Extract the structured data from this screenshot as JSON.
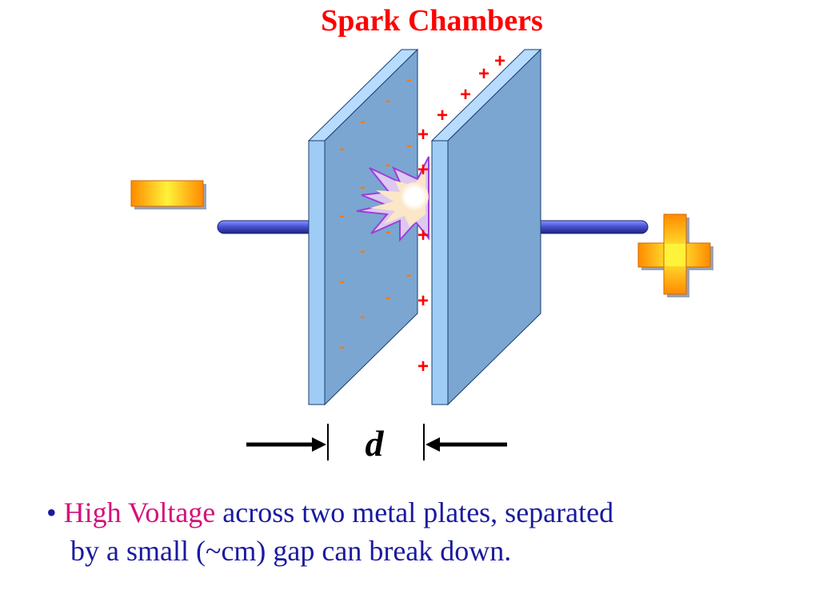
{
  "title": "Spark Chambers",
  "gap_label": "d",
  "bullet": {
    "marker": "•",
    "highlight": "High Voltage",
    "text_1": " across two metal plates, separated",
    "text_2": "by a small (~cm) gap can break down."
  },
  "charges": {
    "negative_symbol": "-",
    "positive_symbol": "+"
  },
  "colors": {
    "title": "#ff0000",
    "highlight": "#d4127a",
    "body_text": "#1a1aa0",
    "plate_face": "#7ba6d2",
    "plate_edge": "#9fccf5",
    "electrode": "#4a54d6",
    "negative_charge": "#ff7a00",
    "positive_charge": "#ff0000",
    "polarity_sign": "#ffcc00"
  },
  "icons": {
    "negative_terminal": "minus-sign-icon",
    "positive_terminal": "plus-sign-icon",
    "spark": "spark-burst-icon"
  }
}
